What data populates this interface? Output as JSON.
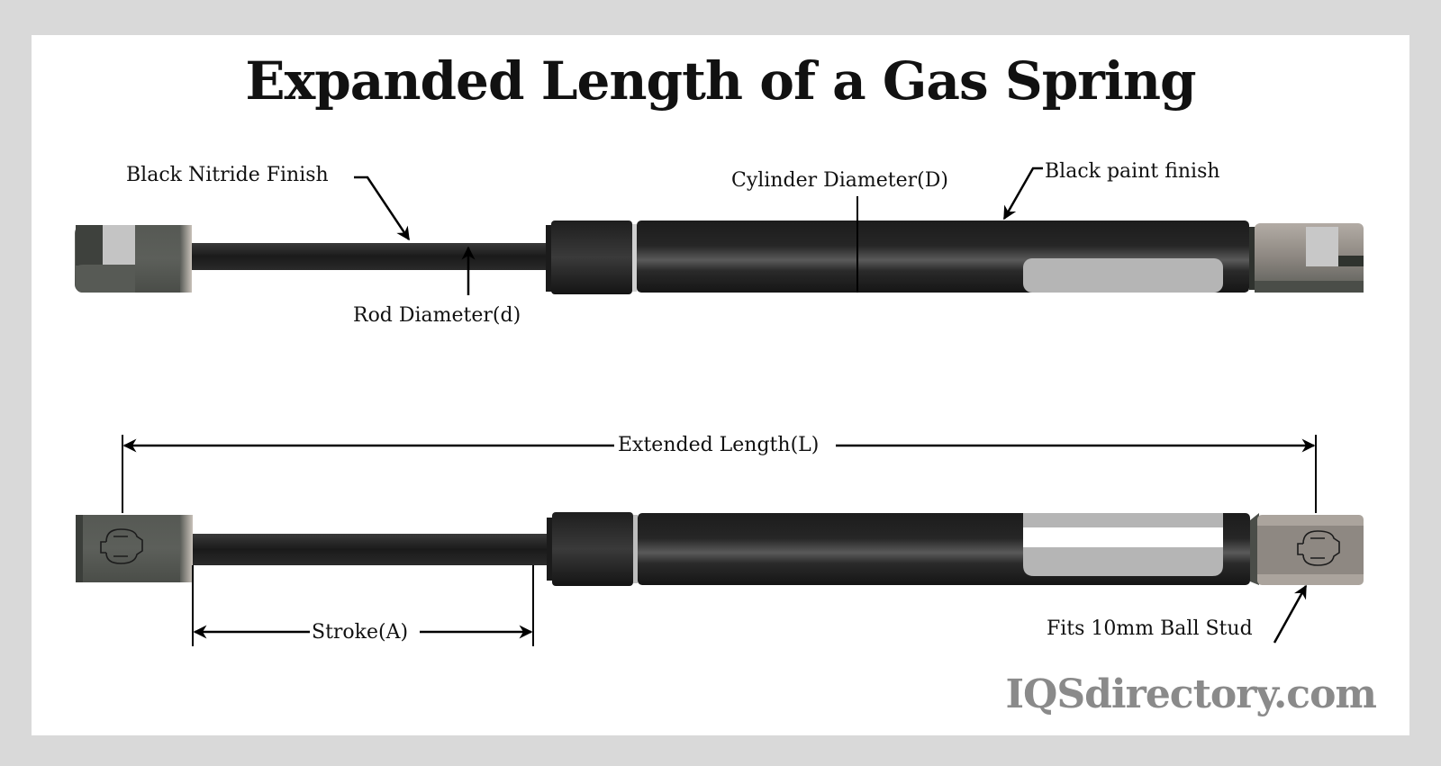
{
  "title": "Expanded Length of a Gas Spring",
  "top_spring": {
    "labels": {
      "rod_finish": "Black Nitride Finish",
      "rod_diameter": "Rod Diameter(d)",
      "cylinder_diameter": "Cylinder Diameter(D)",
      "cylinder_finish": "Black paint finish"
    }
  },
  "bottom_spring": {
    "labels": {
      "extended_length": "Extended Length(L)",
      "stroke": "Stroke(A)",
      "end_fitting": "Fits 10mm Ball Stud"
    }
  },
  "brand": "IQSdirectory.com",
  "colors": {
    "frame": "#d9d9d9",
    "background": "#ffffff",
    "rod": "#1e1e1e",
    "cylinder": "#222222",
    "fitting_dark": "#4f524e",
    "fitting_light": "#a8a39d",
    "label_window": "#b5b5b5",
    "brand_text": "#8a8a8a"
  }
}
